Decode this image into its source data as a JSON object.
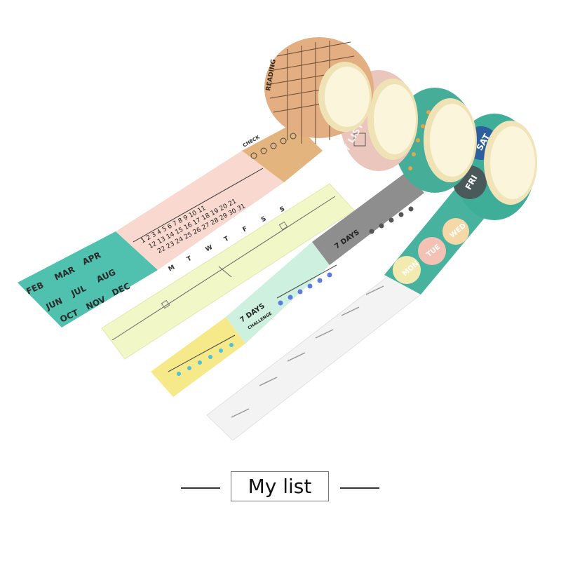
{
  "caption": "My list",
  "colors": {
    "teal": "#4fc1ae",
    "pink": "#f8d8cf",
    "peach": "#e6b98c",
    "light_yellow": "#f2f7c8",
    "yellow": "#f5e98a",
    "mint": "#c9f0dc",
    "gray": "#8f8f8f",
    "white_tape": "#f4f4f4",
    "roll_teal": "#3fae98",
    "cream": "#f7efcc"
  },
  "tape_text": {
    "months": [
      "FEB",
      "MAR",
      "APR",
      "JUN",
      "JUL",
      "AUG",
      "OCT",
      "NOV",
      "DEC"
    ],
    "weekdays_initials": [
      "M",
      "T",
      "W",
      "T",
      "F",
      "S",
      "S"
    ],
    "reading": "READING",
    "check": "CHECK",
    "daily": "DAILY LIST",
    "seven_days": "7 DAYS",
    "challenge": "CHALLENGE",
    "days": [
      "MON",
      "TUE",
      "WED",
      "FRI",
      "SAT"
    ]
  }
}
